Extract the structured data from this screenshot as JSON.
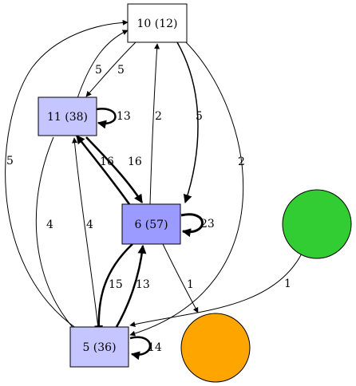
{
  "nodes": {
    "n10": {
      "label": "10 (12)",
      "fill": "#ffffff"
    },
    "n11": {
      "label": "11 (38)",
      "fill": "#c5c5ff"
    },
    "n6": {
      "label": "6 (57)",
      "fill": "#9b9bff"
    },
    "n5": {
      "label": "5 (36)",
      "fill": "#c5c5ff"
    },
    "green": {
      "fill": "#32cd32"
    },
    "orange": {
      "fill": "#ffa500"
    }
  },
  "edges": {
    "e10_11": "5",
    "e11_10": "5",
    "e11_self": "13",
    "e6_10": "2",
    "e10_6": "5",
    "e6_11": "16",
    "e11_6": "16",
    "e6_self": "23",
    "e5_10": "5",
    "e10_5": "2",
    "e11_5": "4",
    "e5_11": "4",
    "e6_5": "15",
    "e5_6": "13",
    "e5_self": "14",
    "e6_orange": "1",
    "egreen_5": "1"
  }
}
